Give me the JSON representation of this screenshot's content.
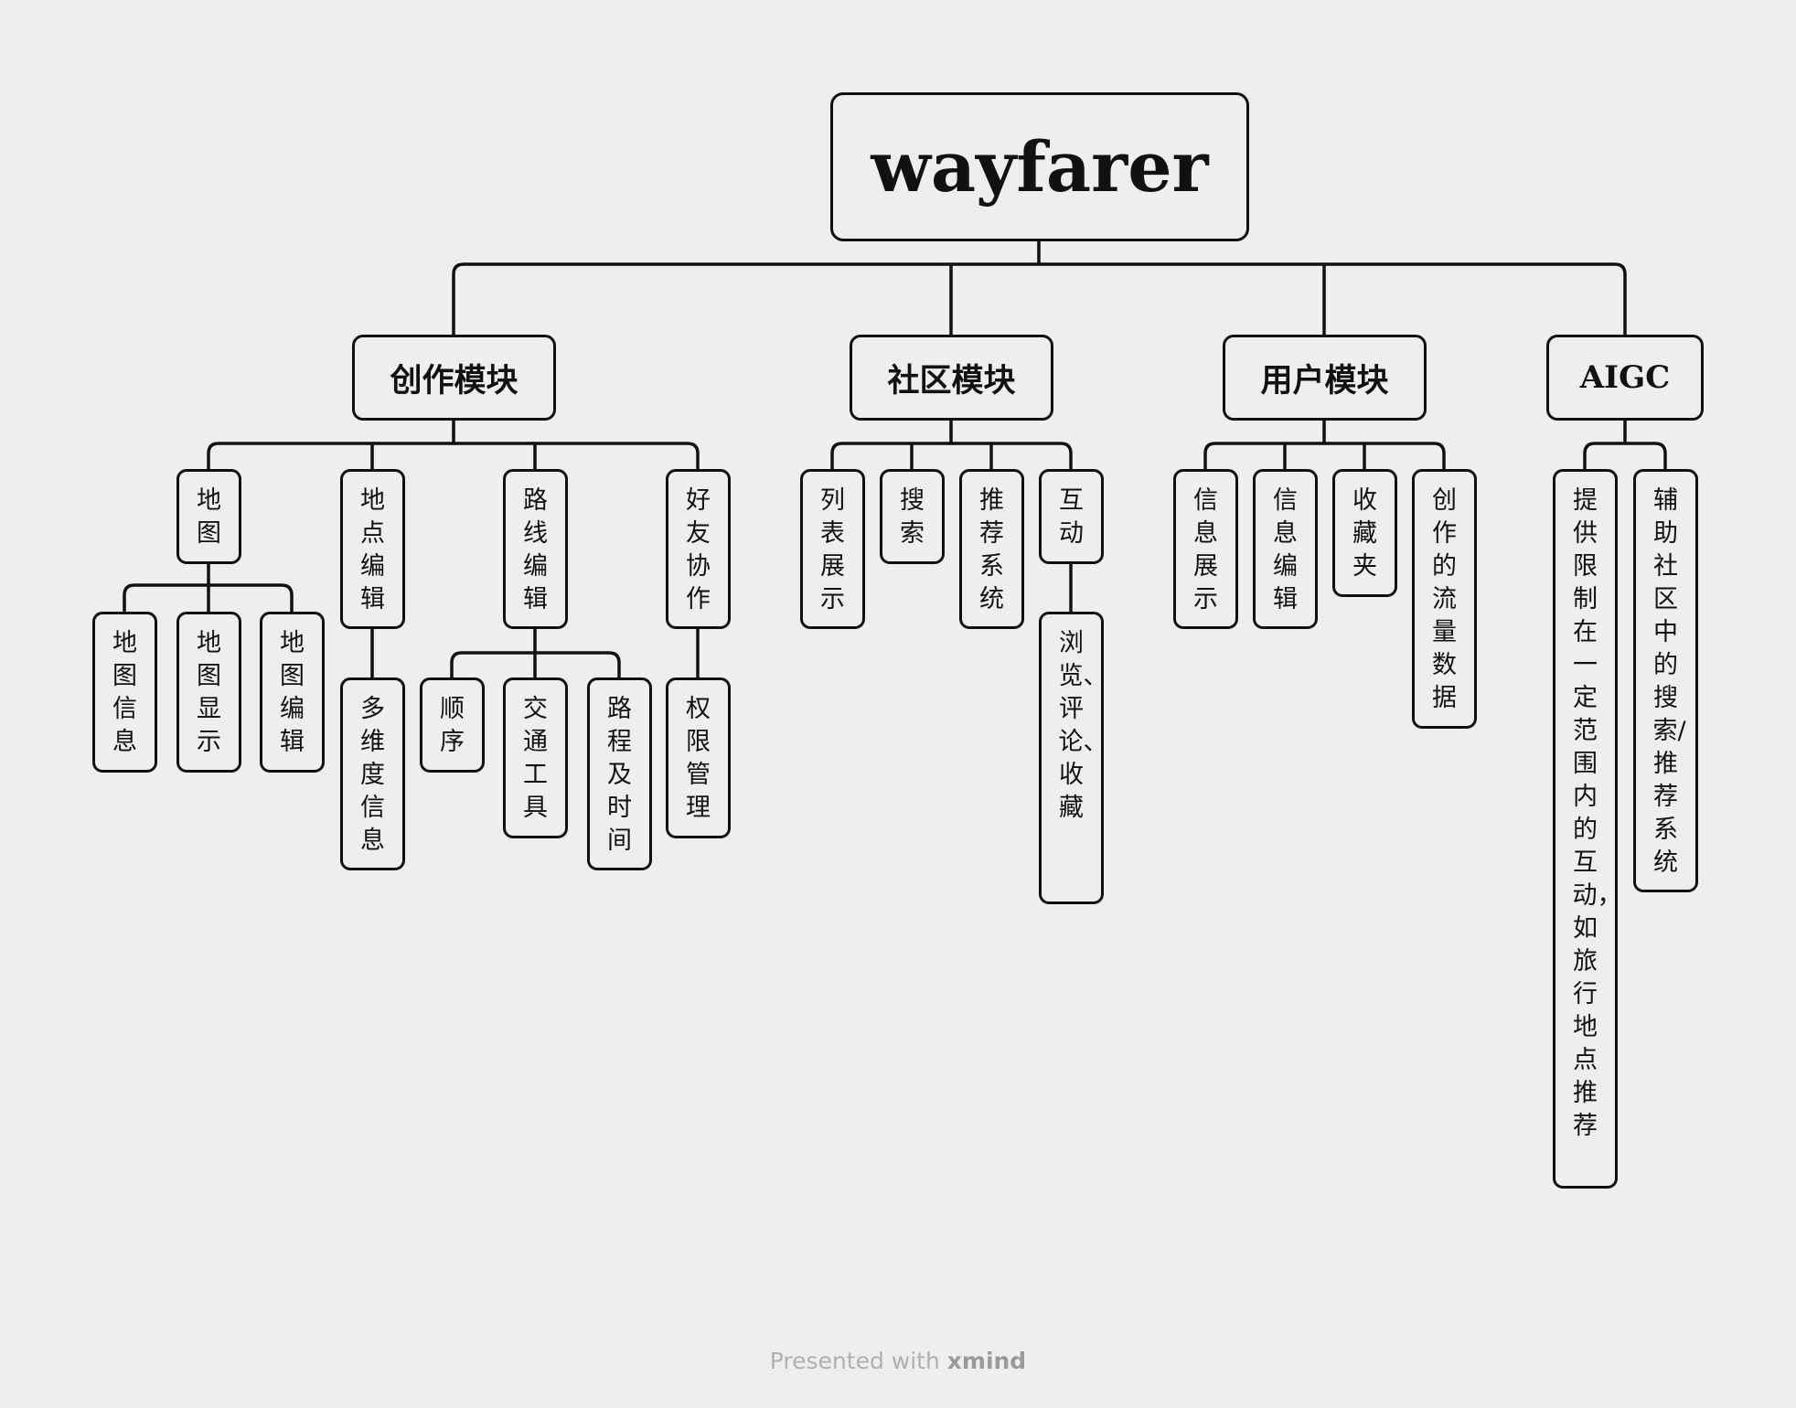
{
  "root": "wayfarer",
  "branches": {
    "create": {
      "label": "创作模块",
      "map": "地图",
      "map_info": "地图信息",
      "map_display": "地图显示",
      "map_edit": "地图编辑",
      "place_edit": "地点编辑",
      "multi_dim": "多维度信息",
      "route_edit": "路线编辑",
      "order": "顺序",
      "transport": "交通工具",
      "distance_time": "路程及时间",
      "friend_collab": "好友协作",
      "permission": "权限管理"
    },
    "community": {
      "label": "社区模块",
      "list_display": "列表展示",
      "search": "搜索",
      "recommend": "推荐系统",
      "interact": "互动",
      "interact_detail": "浏览、评论、收藏"
    },
    "user": {
      "label": "用户模块",
      "info_display": "信息展示",
      "info_edit": "信息编辑",
      "favorites": "收藏夹",
      "traffic_data": "创作的流量数据"
    },
    "aigc": {
      "label": "AIGC",
      "limited_interact": "提供限制在一定范围内的互动，如旅行地点推荐",
      "assist_search": "辅助社区中的搜索/推荐系统"
    }
  },
  "footer": {
    "prefix": "Presented with",
    "brand": "xmind"
  }
}
